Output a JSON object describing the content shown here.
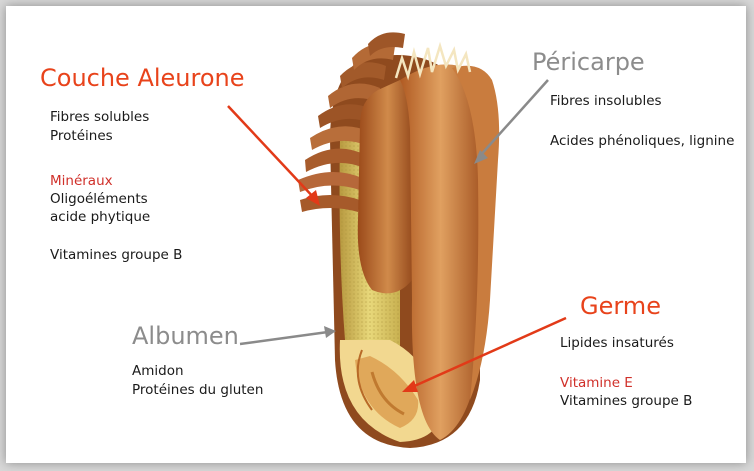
{
  "labels": {
    "aleurone": {
      "title": "Couche Aleurone",
      "lines": [
        "Fibres solubles",
        "Protéines"
      ],
      "minerals": "Minéraux",
      "lines2": [
        "Oligoéléments",
        "acide phytique"
      ],
      "vitamins": "Vitamines groupe B"
    },
    "pericarpe": {
      "title": "Péricarpe",
      "line1": "Fibres insolubles",
      "line2": "Acides phénoliques, lignine"
    },
    "albumen": {
      "title": "Albumen",
      "lines": [
        "Amidon",
        "Protéines  du gluten"
      ]
    },
    "germe": {
      "title": "Germe",
      "line1": "Lipides insaturés",
      "red_line": "Vitamine E",
      "line2": "Vitamines groupe B"
    }
  },
  "colors": {
    "red_title": "#e8431b",
    "grey_title": "#8c8c8c",
    "red_text": "#d0302a",
    "red_arrow": "#e23a18",
    "grey_arrow": "#8a8a8a"
  }
}
